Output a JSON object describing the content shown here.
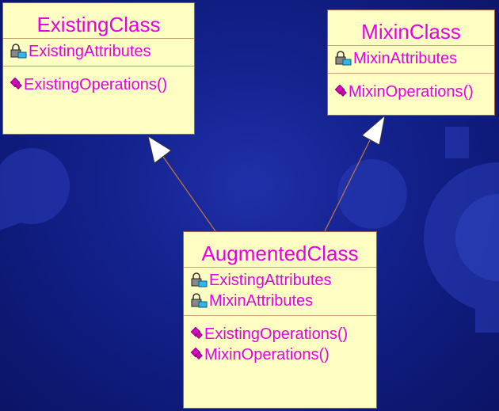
{
  "classes": {
    "existing": {
      "name": "ExistingClass",
      "attributes": [
        "ExistingAttributes"
      ],
      "operations": [
        "ExistingOperations()"
      ]
    },
    "mixin": {
      "name": "MixinClass",
      "attributes": [
        "MixinAttributes"
      ],
      "operations": [
        "MixinOperations()"
      ]
    },
    "augmented": {
      "name": "AugmentedClass",
      "attributes": [
        "ExistingAttributes",
        "MixinAttributes"
      ],
      "operations": [
        "ExistingOperations()",
        "MixinOperations()"
      ]
    }
  },
  "colors": {
    "background": "#12208a",
    "box_fill": "#ffffc4",
    "text": "#e600e6",
    "border": "#a0643c"
  },
  "icons": {
    "attribute": "lock-attribute-icon",
    "operation": "diamond-operation-icon"
  }
}
